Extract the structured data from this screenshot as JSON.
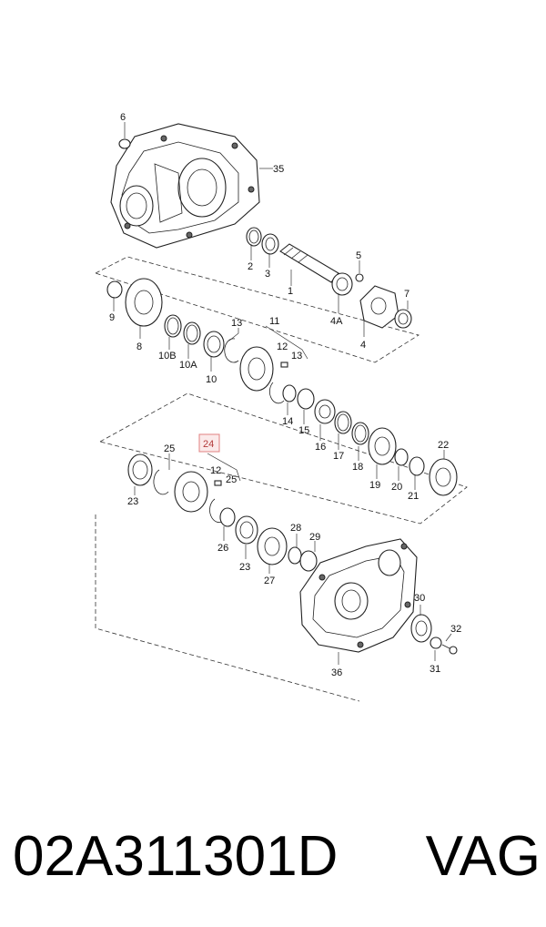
{
  "part_number": "02A311301D",
  "brand": "VAG",
  "highlight_label": "24",
  "labels": [
    "6",
    "35",
    "2",
    "3",
    "1",
    "5",
    "4A",
    "7",
    "4",
    "9",
    "8",
    "10B",
    "10A",
    "10",
    "13",
    "11",
    "12",
    "13",
    "14",
    "15",
    "16",
    "17",
    "18",
    "19",
    "20",
    "21",
    "22",
    "25",
    "23",
    "12",
    "25",
    "26",
    "23",
    "27",
    "28",
    "29",
    "30",
    "32",
    "31",
    "36"
  ]
}
